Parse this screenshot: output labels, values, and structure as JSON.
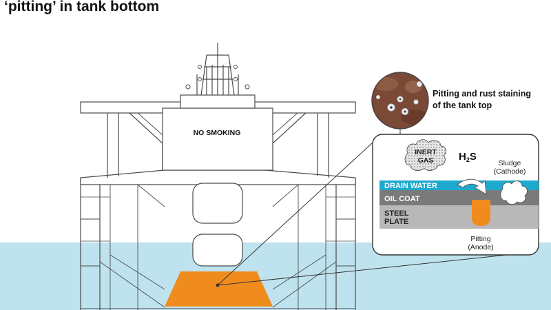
{
  "title": "‘pitting’ in tank bottom",
  "ship": {
    "sign": "NO SMOKING"
  },
  "photo_caption": {
    "line1": "Pitting and rust staining",
    "line2": "of the tank top"
  },
  "detail": {
    "inert_gas": {
      "line1": "INERT",
      "line2": "GAS"
    },
    "h2s": {
      "base": "H",
      "sub": "2",
      "tail": "S"
    },
    "sludge": {
      "line1": "Sludge",
      "line2": "(Cathode)"
    },
    "layers": {
      "drain_water": "DRAIN WATER",
      "oil_coat": "OIL COAT",
      "steel_plate_line1": "STEEL",
      "steel_plate_line2": "PLATE"
    },
    "pitting": {
      "line1": "Pitting",
      "line2": "(Anode)"
    }
  },
  "colors": {
    "sea": "#bfe3ee",
    "orange": "#f08c1e",
    "drain_water": "#1ea9cf",
    "oil_coat": "#7a7a7a",
    "steel_plate": "#b8b8b8",
    "line": "#333333",
    "photo_bg": "#7a4a36"
  }
}
